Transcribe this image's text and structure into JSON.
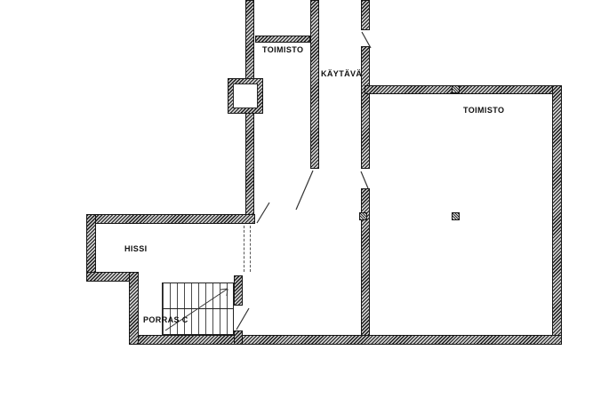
{
  "plan": {
    "colors": {
      "wall": "#1c1c1c",
      "background": "#ffffff",
      "line": "#333333"
    },
    "rooms": [
      {
        "id": "toimisto-top",
        "label": "TOIMISTO"
      },
      {
        "id": "kaytava",
        "label": "KÄYTÄVÄ"
      },
      {
        "id": "toimisto-right",
        "label": "TOIMISTO"
      },
      {
        "id": "hissi",
        "label": "HISSI"
      },
      {
        "id": "porras-c",
        "label": "PORRAS C"
      }
    ]
  }
}
